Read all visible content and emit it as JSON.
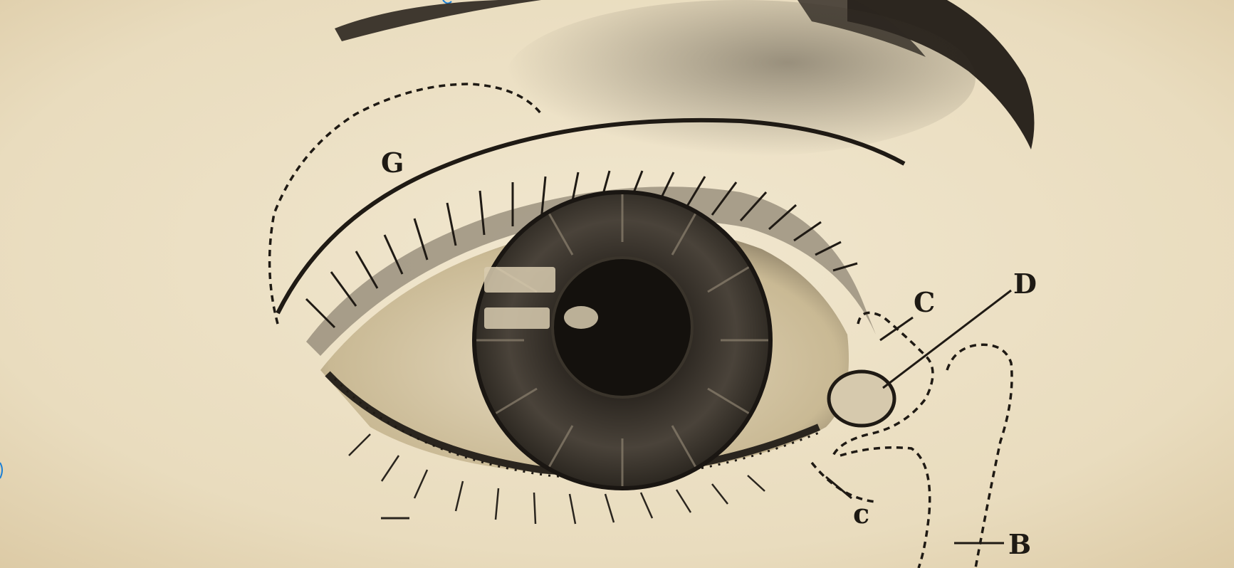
{
  "figure": {
    "labels": {
      "g": "G",
      "c_upper": "C",
      "d": "D",
      "c_lower": "c",
      "b": "B"
    }
  },
  "palette": {
    "paper": "#ede1c6",
    "paper_shade": "#d8c8a6",
    "ink": "#1e1a14",
    "edge_accent": "#1a7fd6"
  }
}
